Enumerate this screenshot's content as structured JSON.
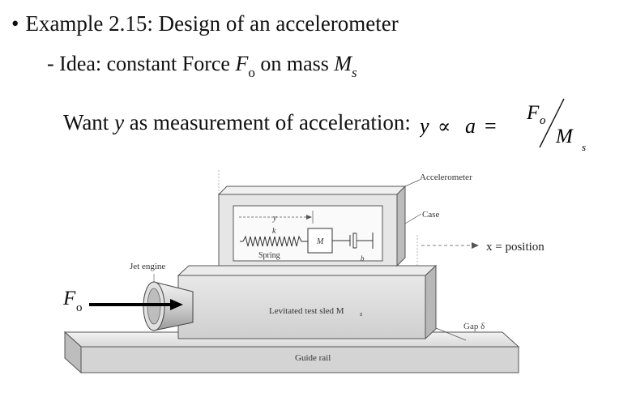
{
  "slide": {
    "bullet": {
      "symbol": "•",
      "text": "Example 2.15: Design of an accelerometer"
    },
    "idea": {
      "prefix": "- Idea: constant Force ",
      "force_var": "F",
      "force_sub": "o",
      "middle": " on mass ",
      "mass_var": "M",
      "mass_sub": "s"
    },
    "want": {
      "text_before": "Want ",
      "y_var": "y",
      "text_after": " as measurement of acceleration:"
    },
    "formula": {
      "y": "y",
      "prop": "∝",
      "a": "a",
      "equals": "=",
      "num_var": "F",
      "num_sub": "o",
      "den_var": "M",
      "den_sub": "s"
    }
  },
  "figure": {
    "accelerometer": "Accelerometer",
    "case": "Case",
    "y_label": "y",
    "k_label": "k",
    "mass_label": "M",
    "spring_label": "Spring",
    "b_label": "b",
    "position_label": "x = position",
    "jet_engine": "Jet engine",
    "force_var": "F",
    "force_sub": "o",
    "sled_label": "Levitated test sled M",
    "sled_sub": "s",
    "gap_label": "Gap δ",
    "rail_label": "Guide rail"
  }
}
